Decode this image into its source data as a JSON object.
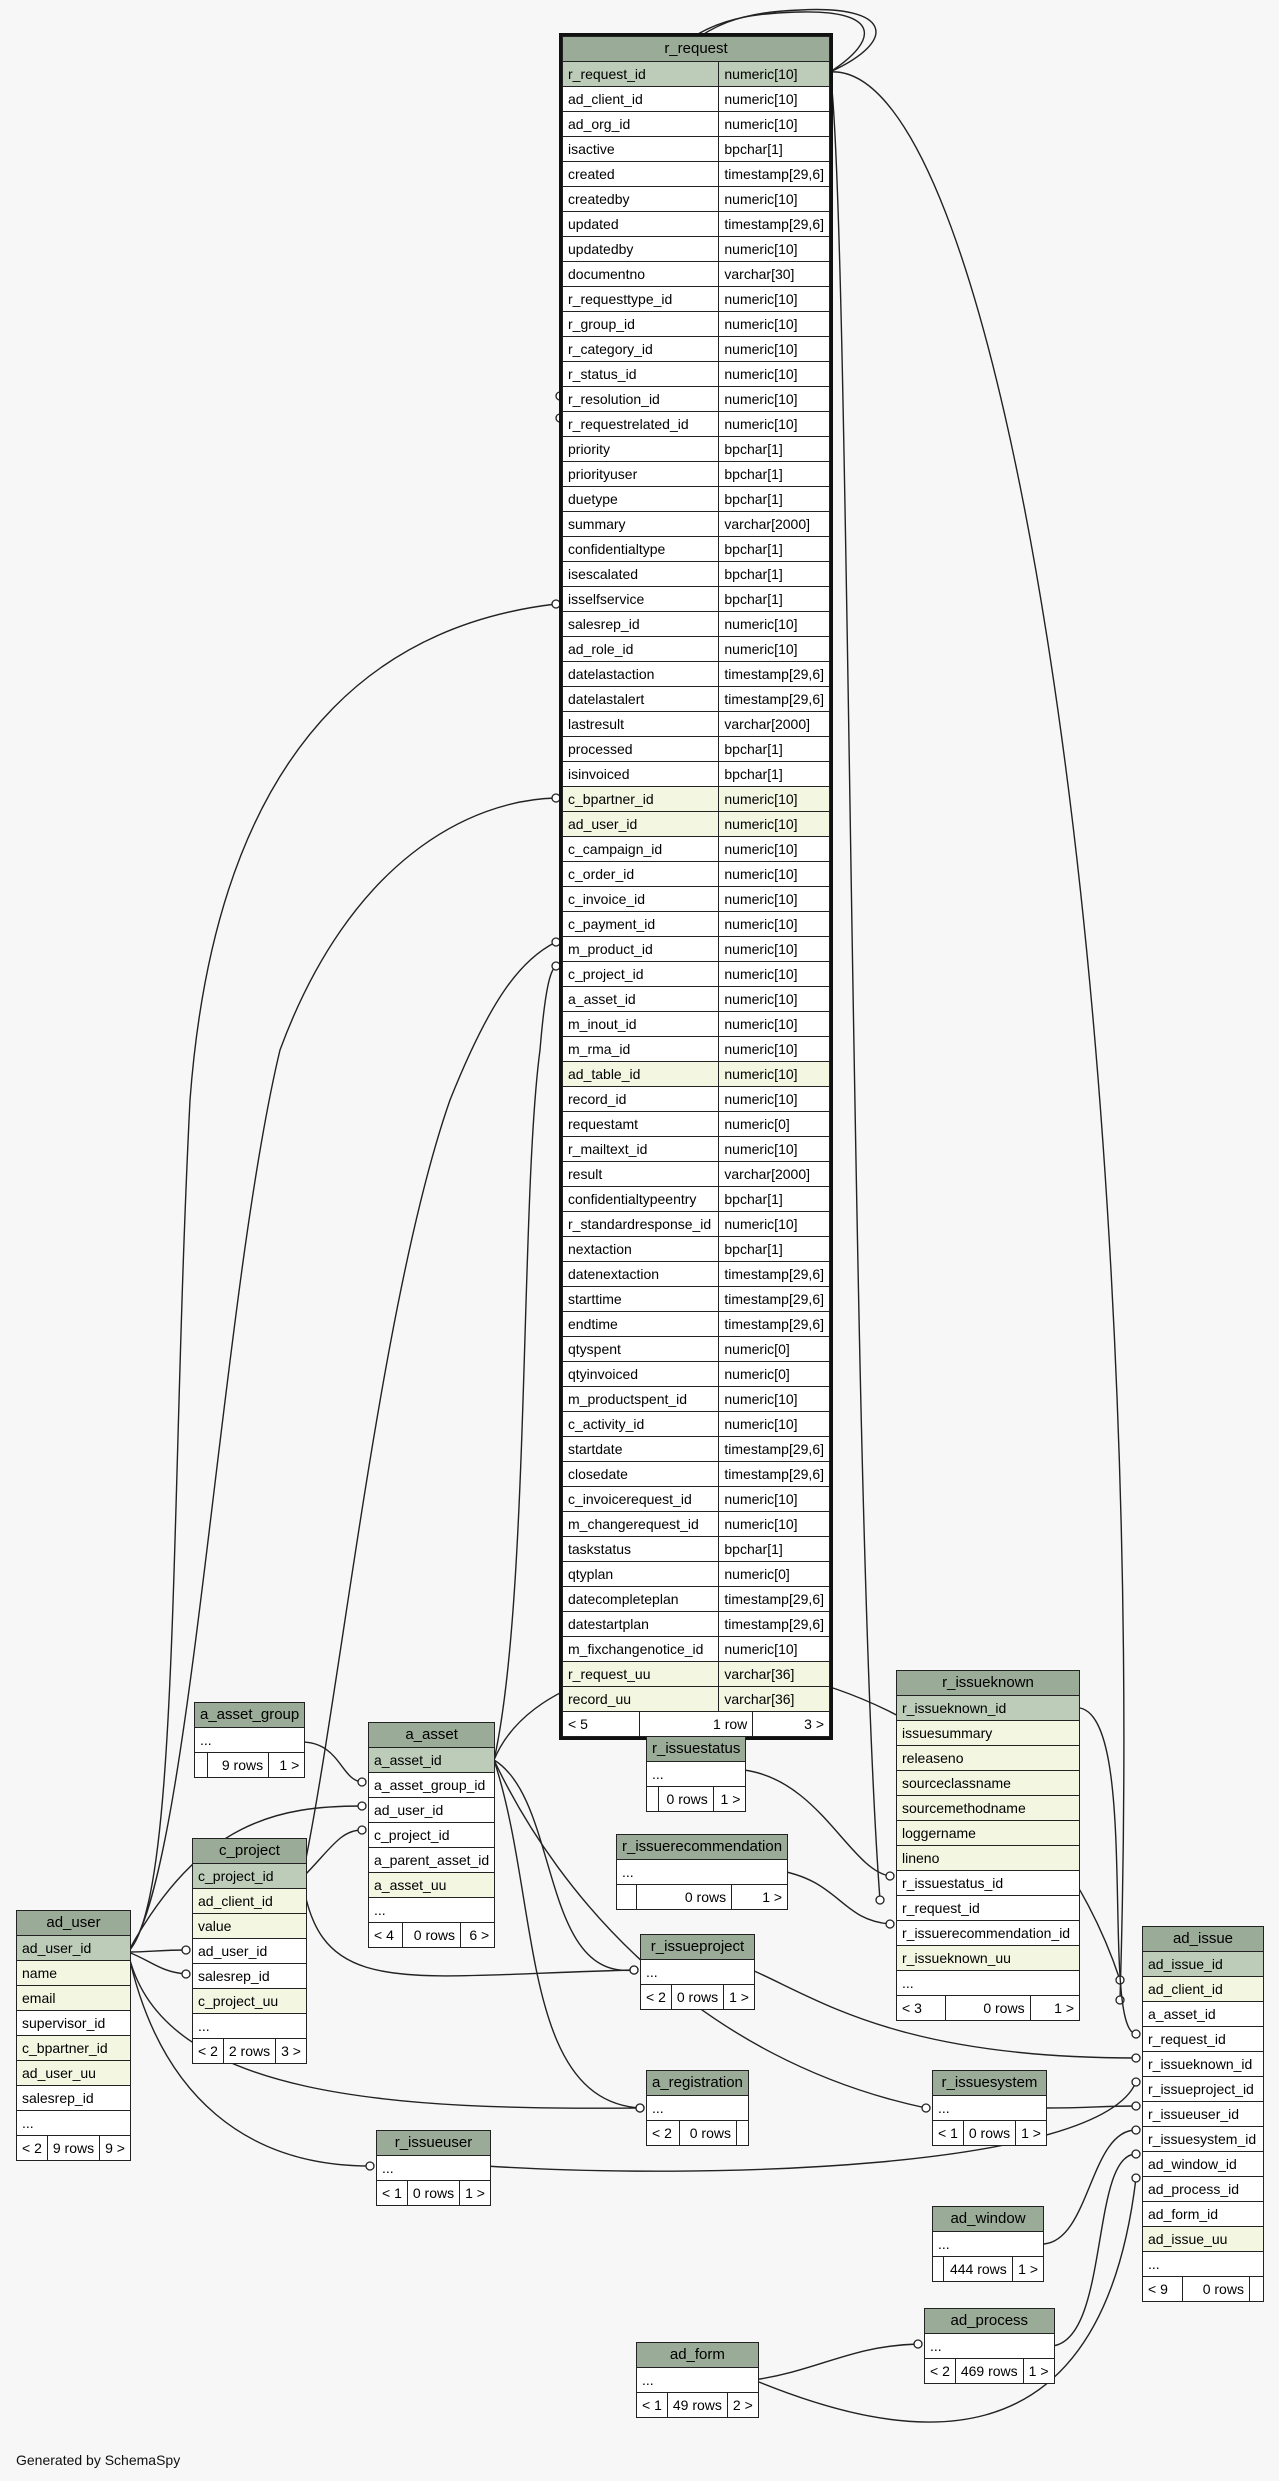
{
  "tables": [
    {
      "id": "r_request",
      "title": "r_request",
      "main": true,
      "columns": [
        {
          "name": "r_request_id",
          "type": "numeric[10]",
          "role": "pk"
        },
        {
          "name": "ad_client_id",
          "type": "numeric[10]"
        },
        {
          "name": "ad_org_id",
          "type": "numeric[10]"
        },
        {
          "name": "isactive",
          "type": "bpchar[1]"
        },
        {
          "name": "created",
          "type": "timestamp[29,6]"
        },
        {
          "name": "createdby",
          "type": "numeric[10]"
        },
        {
          "name": "updated",
          "type": "timestamp[29,6]"
        },
        {
          "name": "updatedby",
          "type": "numeric[10]"
        },
        {
          "name": "documentno",
          "type": "varchar[30]"
        },
        {
          "name": "r_requesttype_id",
          "type": "numeric[10]"
        },
        {
          "name": "r_group_id",
          "type": "numeric[10]"
        },
        {
          "name": "r_category_id",
          "type": "numeric[10]"
        },
        {
          "name": "r_status_id",
          "type": "numeric[10]"
        },
        {
          "name": "r_resolution_id",
          "type": "numeric[10]"
        },
        {
          "name": "r_requestrelated_id",
          "type": "numeric[10]"
        },
        {
          "name": "priority",
          "type": "bpchar[1]"
        },
        {
          "name": "priorityuser",
          "type": "bpchar[1]"
        },
        {
          "name": "duetype",
          "type": "bpchar[1]"
        },
        {
          "name": "summary",
          "type": "varchar[2000]"
        },
        {
          "name": "confidentialtype",
          "type": "bpchar[1]"
        },
        {
          "name": "isescalated",
          "type": "bpchar[1]"
        },
        {
          "name": "isselfservice",
          "type": "bpchar[1]"
        },
        {
          "name": "salesrep_id",
          "type": "numeric[10]"
        },
        {
          "name": "ad_role_id",
          "type": "numeric[10]"
        },
        {
          "name": "datelastaction",
          "type": "timestamp[29,6]"
        },
        {
          "name": "datelastalert",
          "type": "timestamp[29,6]"
        },
        {
          "name": "lastresult",
          "type": "varchar[2000]"
        },
        {
          "name": "processed",
          "type": "bpchar[1]"
        },
        {
          "name": "isinvoiced",
          "type": "bpchar[1]"
        },
        {
          "name": "c_bpartner_id",
          "type": "numeric[10]",
          "role": "fk"
        },
        {
          "name": "ad_user_id",
          "type": "numeric[10]",
          "role": "fk"
        },
        {
          "name": "c_campaign_id",
          "type": "numeric[10]"
        },
        {
          "name": "c_order_id",
          "type": "numeric[10]"
        },
        {
          "name": "c_invoice_id",
          "type": "numeric[10]"
        },
        {
          "name": "c_payment_id",
          "type": "numeric[10]"
        },
        {
          "name": "m_product_id",
          "type": "numeric[10]"
        },
        {
          "name": "c_project_id",
          "type": "numeric[10]"
        },
        {
          "name": "a_asset_id",
          "type": "numeric[10]"
        },
        {
          "name": "m_inout_id",
          "type": "numeric[10]"
        },
        {
          "name": "m_rma_id",
          "type": "numeric[10]"
        },
        {
          "name": "ad_table_id",
          "type": "numeric[10]",
          "role": "fk"
        },
        {
          "name": "record_id",
          "type": "numeric[10]"
        },
        {
          "name": "requestamt",
          "type": "numeric[0]"
        },
        {
          "name": "r_mailtext_id",
          "type": "numeric[10]"
        },
        {
          "name": "result",
          "type": "varchar[2000]"
        },
        {
          "name": "confidentialtypeentry",
          "type": "bpchar[1]"
        },
        {
          "name": "r_standardresponse_id",
          "type": "numeric[10]"
        },
        {
          "name": "nextaction",
          "type": "bpchar[1]"
        },
        {
          "name": "datenextaction",
          "type": "timestamp[29,6]"
        },
        {
          "name": "starttime",
          "type": "timestamp[29,6]"
        },
        {
          "name": "endtime",
          "type": "timestamp[29,6]"
        },
        {
          "name": "qtyspent",
          "type": "numeric[0]"
        },
        {
          "name": "qtyinvoiced",
          "type": "numeric[0]"
        },
        {
          "name": "m_productspent_id",
          "type": "numeric[10]"
        },
        {
          "name": "c_activity_id",
          "type": "numeric[10]"
        },
        {
          "name": "startdate",
          "type": "timestamp[29,6]"
        },
        {
          "name": "closedate",
          "type": "timestamp[29,6]"
        },
        {
          "name": "c_invoicerequest_id",
          "type": "numeric[10]"
        },
        {
          "name": "m_changerequest_id",
          "type": "numeric[10]"
        },
        {
          "name": "taskstatus",
          "type": "bpchar[1]"
        },
        {
          "name": "qtyplan",
          "type": "numeric[0]"
        },
        {
          "name": "datecompleteplan",
          "type": "timestamp[29,6]"
        },
        {
          "name": "datestartplan",
          "type": "timestamp[29,6]"
        },
        {
          "name": "m_fixchangenotice_id",
          "type": "numeric[10]"
        },
        {
          "name": "r_request_uu",
          "type": "varchar[36]",
          "role": "fk"
        },
        {
          "name": "record_uu",
          "type": "varchar[36]",
          "role": "fk"
        }
      ],
      "footer": [
        "< 5",
        "1 row",
        "3 >"
      ]
    },
    {
      "id": "r_issueknown",
      "title": "r_issueknown",
      "columns": [
        {
          "name": "r_issueknown_id",
          "role": "pk"
        },
        {
          "name": "issuesummary",
          "role": "fk"
        },
        {
          "name": "releaseno",
          "role": "fk"
        },
        {
          "name": "sourceclassname",
          "role": "fk"
        },
        {
          "name": "sourcemethodname",
          "role": "fk"
        },
        {
          "name": "loggername",
          "role": "fk"
        },
        {
          "name": "lineno",
          "role": "fk"
        },
        {
          "name": "r_issuestatus_id"
        },
        {
          "name": "r_request_id"
        },
        {
          "name": "r_issuerecommendation_id"
        },
        {
          "name": "r_issueknown_uu",
          "role": "fk"
        },
        {
          "name": "..."
        }
      ],
      "footer": [
        "< 3",
        "0 rows",
        "1 >"
      ]
    },
    {
      "id": "ad_issue",
      "title": "ad_issue",
      "columns": [
        {
          "name": "ad_issue_id",
          "role": "pk"
        },
        {
          "name": "ad_client_id",
          "role": "fk"
        },
        {
          "name": "a_asset_id"
        },
        {
          "name": "r_request_id"
        },
        {
          "name": "r_issueknown_id"
        },
        {
          "name": "r_issueproject_id"
        },
        {
          "name": "r_issueuser_id"
        },
        {
          "name": "r_issuesystem_id"
        },
        {
          "name": "ad_window_id"
        },
        {
          "name": "ad_process_id"
        },
        {
          "name": "ad_form_id"
        },
        {
          "name": "ad_issue_uu",
          "role": "fk"
        },
        {
          "name": "..."
        }
      ],
      "footer": [
        "< 9",
        "0 rows",
        ""
      ]
    },
    {
      "id": "ad_user",
      "title": "ad_user",
      "columns": [
        {
          "name": "ad_user_id",
          "role": "pk"
        },
        {
          "name": "name",
          "role": "fk"
        },
        {
          "name": "email",
          "role": "fk"
        },
        {
          "name": "supervisor_id"
        },
        {
          "name": "c_bpartner_id",
          "role": "fk"
        },
        {
          "name": "ad_user_uu",
          "role": "fk"
        },
        {
          "name": "salesrep_id"
        },
        {
          "name": "..."
        }
      ],
      "footer": [
        "< 2",
        "9 rows",
        "9 >"
      ]
    },
    {
      "id": "c_project",
      "title": "c_project",
      "columns": [
        {
          "name": "c_project_id",
          "role": "pk"
        },
        {
          "name": "ad_client_id",
          "role": "fk"
        },
        {
          "name": "value",
          "role": "fk"
        },
        {
          "name": "ad_user_id"
        },
        {
          "name": "salesrep_id"
        },
        {
          "name": "c_project_uu",
          "role": "fk"
        },
        {
          "name": "..."
        }
      ],
      "footer": [
        "< 2",
        "2 rows",
        "3 >"
      ]
    },
    {
      "id": "a_asset_group",
      "title": "a_asset_group",
      "columns": [
        {
          "name": "..."
        }
      ],
      "footer": [
        "",
        "9 rows",
        "1 >"
      ]
    },
    {
      "id": "a_asset",
      "title": "a_asset",
      "columns": [
        {
          "name": "a_asset_id",
          "role": "pk"
        },
        {
          "name": "a_asset_group_id"
        },
        {
          "name": "ad_user_id"
        },
        {
          "name": "c_project_id"
        },
        {
          "name": "a_parent_asset_id"
        },
        {
          "name": "a_asset_uu",
          "role": "fk"
        },
        {
          "name": "..."
        }
      ],
      "footer": [
        "< 4",
        "0 rows",
        "6 >"
      ]
    },
    {
      "id": "r_issuestatus",
      "title": "r_issuestatus",
      "columns": [
        {
          "name": "..."
        }
      ],
      "footer": [
        "",
        "0 rows",
        "1 >"
      ]
    },
    {
      "id": "r_issuerecommendation",
      "title": "r_issuerecommendation",
      "columns": [
        {
          "name": "..."
        }
      ],
      "footer": [
        "",
        "0 rows",
        "1 >"
      ]
    },
    {
      "id": "r_issueproject",
      "title": "r_issueproject",
      "columns": [
        {
          "name": "..."
        }
      ],
      "footer": [
        "< 2",
        "0 rows",
        "1 >"
      ]
    },
    {
      "id": "a_registration",
      "title": "a_registration",
      "columns": [
        {
          "name": "..."
        }
      ],
      "footer": [
        "< 2",
        "0 rows",
        ""
      ]
    },
    {
      "id": "r_issuesystem",
      "title": "r_issuesystem",
      "columns": [
        {
          "name": "..."
        }
      ],
      "footer": [
        "< 1",
        "0 rows",
        "1 >"
      ]
    },
    {
      "id": "r_issueuser",
      "title": "r_issueuser",
      "columns": [
        {
          "name": "..."
        }
      ],
      "footer": [
        "< 1",
        "0 rows",
        "1 >"
      ]
    },
    {
      "id": "ad_window",
      "title": "ad_window",
      "columns": [
        {
          "name": "..."
        }
      ],
      "footer": [
        "",
        "444 rows",
        "1 >"
      ]
    },
    {
      "id": "ad_process",
      "title": "ad_process",
      "columns": [
        {
          "name": "..."
        }
      ],
      "footer": [
        "< 2",
        "469 rows",
        "1 >"
      ]
    },
    {
      "id": "ad_form",
      "title": "ad_form",
      "columns": [
        {
          "name": "..."
        }
      ],
      "footer": [
        "< 1",
        "49 rows",
        "2 >"
      ]
    }
  ],
  "footer_text": "Generated by SchemaSpy",
  "colors": {
    "header": "#9aab97",
    "pk": "#bcccb8",
    "fk": "#f3f6e1",
    "background": "#f7f7f7"
  }
}
